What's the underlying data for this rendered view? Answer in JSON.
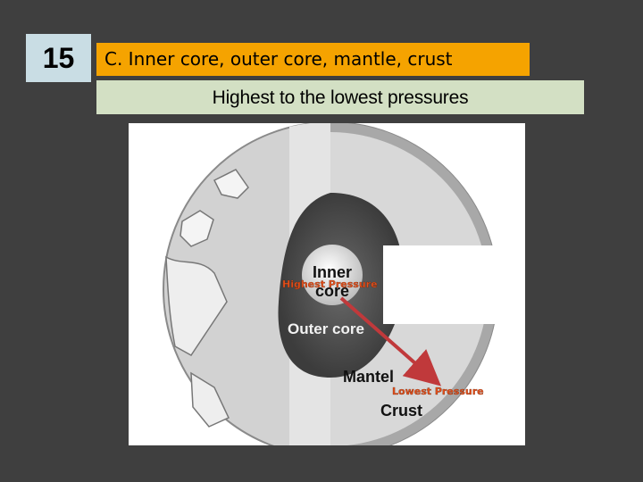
{
  "slide": {
    "number": "15",
    "answer": "C.  Inner core, outer core, mantle, crust",
    "subtitle": "Highest to the lowest pressures"
  },
  "diagram": {
    "layers": {
      "inner_core": "Inner core",
      "outer_core": "Outer core",
      "mantle": "Mantel",
      "crust": "Crust"
    },
    "annotations": {
      "highest": "Highest Pressure",
      "lowest": "Lowest Pressure"
    },
    "colors": {
      "arrow": "#c0393b",
      "annotation": "#e4501c",
      "crust_shell": "#a8a8a8",
      "mantle": "#d8d8d8",
      "outer_core": "#4a4a4a",
      "inner_core": "#e6e6e6"
    }
  }
}
